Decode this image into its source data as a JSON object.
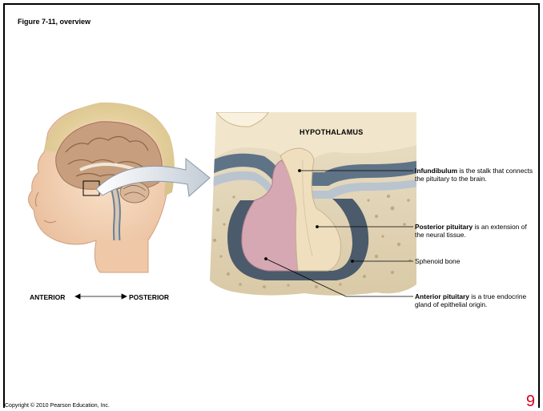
{
  "figure_title": "Figure 7-11, overview",
  "copyright": "Copyright © 2010 Pearson Education, Inc.",
  "page_number": "9",
  "orientation": {
    "anterior": "ANTERIOR",
    "posterior": "POSTERIOR"
  },
  "labels": {
    "hypothalamus": "HYPOTHALAMUS",
    "infundibulum_term": "Infundibulum",
    "infundibulum_desc": " is the stalk that connects the pituitary to the brain.",
    "posterior_term": "Posterior pituitary",
    "posterior_desc": " is an extension of the neural tissue.",
    "sphenoid": "Sphenoid bone",
    "anterior_term": "Anterior pituitary",
    "anterior_desc": " is a true endocrine gland of epithelial origin."
  },
  "colors": {
    "page_number": "#d7001f",
    "skin": "#f3d2b4",
    "brain": "#c9a07d",
    "bone": "#e7dcc4",
    "anterior_gland": "#d8a9b5",
    "neural": "#f1e3c5",
    "membrane": "#6c7f93"
  }
}
